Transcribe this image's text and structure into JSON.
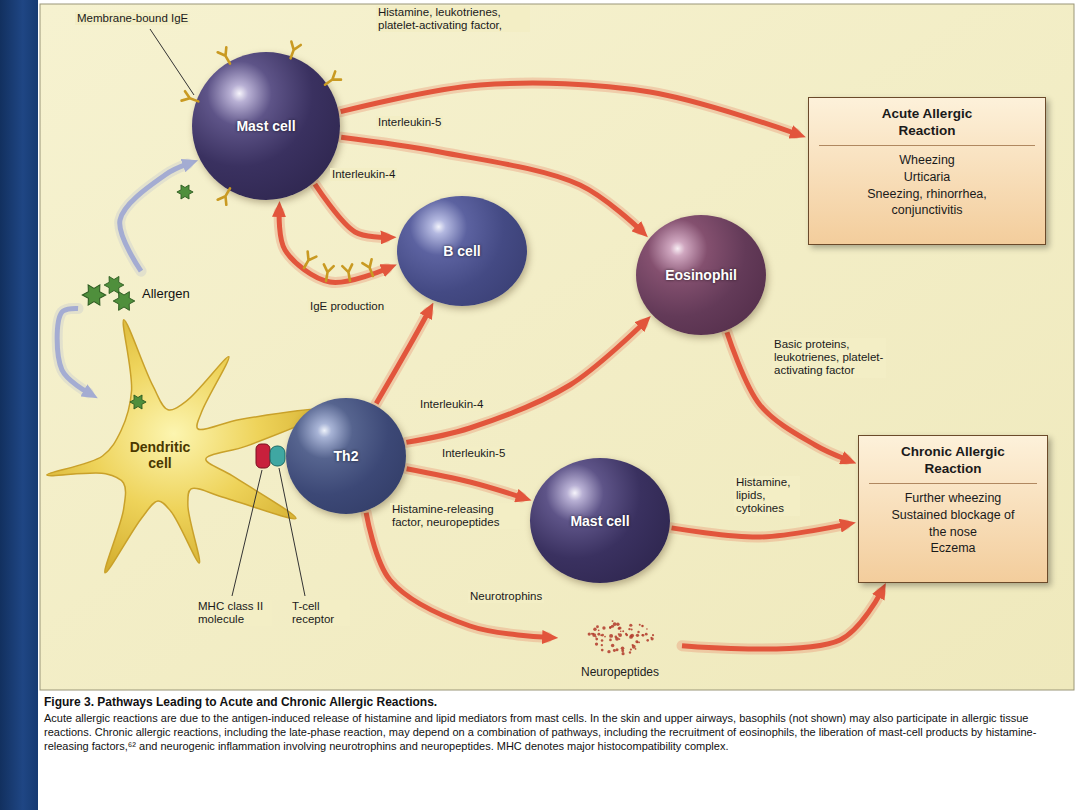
{
  "diagram": {
    "title": "Figure 3. Pathways Leading to Acute and Chronic Allergic Reactions.",
    "caption": "Acute allergic reactions are due to the antigen-induced release of histamine and lipid mediators from mast cells. In the skin and upper airways, basophils (not shown) may also participate in allergic tissue reactions. Chronic allergic reactions, including the late-phase reaction, may depend on a combination of pathways, including the recruitment of eosinophils, the liberation of mast-cell products by histamine-releasing factors,⁶² and neurogenic inflammation involving neurotrophins and neuropeptides. MHC denotes major histocompatibility complex.",
    "nodes": [
      {
        "text": [
          "Mast cell"
        ]
      },
      {
        "text": [
          "Acute Allergic Reaction",
          "Wheezing",
          "Urticaria",
          "Sneezing, rhinorrhea, conjunctivitis"
        ]
      },
      {
        "text": [
          "Allergen"
        ]
      },
      {
        "text": [
          "B cell"
        ]
      },
      {
        "text": [
          "Eosinophil"
        ]
      },
      {
        "text": [
          "Dendritic cell"
        ]
      },
      {
        "text": [
          "Th2"
        ]
      },
      {
        "text": [
          "Mast cell"
        ]
      },
      {
        "text": [
          "Chronic Allergic Reaction",
          "Further wheezing",
          "Sustained blockage of the nose",
          "Eczema"
        ]
      },
      {
        "text": [
          "Neuropeptides"
        ]
      }
    ],
    "edges": [
      {
        "from": 2,
        "to": 0,
        "arrow": "to"
      },
      {
        "from": 2,
        "to": 5,
        "arrow": "to"
      },
      {
        "from": 0,
        "to": 1,
        "label": "Histamine, leukotrienes, platelet-activating factor,",
        "arrow": "to"
      },
      {
        "from": 0,
        "to": 4,
        "label": "Interleukin-5",
        "arrow": "to"
      },
      {
        "from": 0,
        "to": 3,
        "label": "Interleukin-4",
        "arrow": "to"
      },
      {
        "from": 3,
        "to": 0,
        "label": "IgE production",
        "arrow": "both"
      },
      {
        "from": 4,
        "to": 8,
        "label": "Basic proteins, leukotrienes, platelet-activating factor",
        "arrow": "to"
      },
      {
        "from": 6,
        "to": 3,
        "label": "Interleukin-4",
        "arrow": "to"
      },
      {
        "from": 6,
        "to": 4,
        "label": "Interleukin-5",
        "arrow": "to"
      },
      {
        "from": 6,
        "to": 7,
        "label": "Histamine-releasing factor, neuropeptides",
        "arrow": "to"
      },
      {
        "from": 6,
        "to": 9,
        "label": "Neurotrophins",
        "arrow": "to"
      },
      {
        "from": 7,
        "to": 8,
        "label": "Histamine, lipids, cytokines",
        "arrow": "to"
      },
      {
        "from": 9,
        "to": 8,
        "arrow": "to"
      }
    ],
    "labels": [
      "Membrane-bound IgE",
      "MHC class II molecule",
      "T-cell receptor"
    ]
  }
}
